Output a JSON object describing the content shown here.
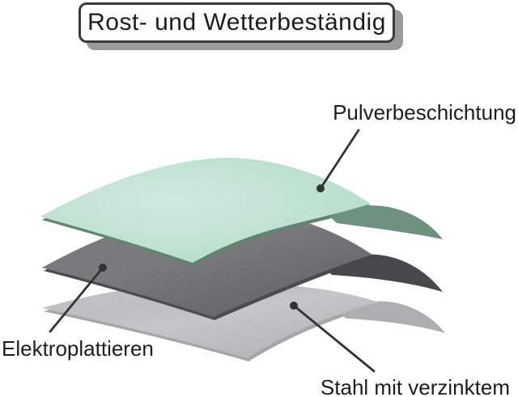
{
  "title": "Rost- und Wetterbeständig",
  "illustration": {
    "annotation_color": "#333333",
    "layers": [
      {
        "name": "powder-coating",
        "label": "Pulverbeschichtung",
        "top_color": "#b8decb",
        "underside_color": "#6e9180",
        "edge_color": "#5f8671"
      },
      {
        "name": "electroplating",
        "label": "Elektroplattieren",
        "top_color": "#7b7b7d",
        "underside_color": "#48484a",
        "edge_color": "#4c4c4e"
      },
      {
        "name": "galvanized-steel",
        "label": "Stahl mit verzinktem",
        "top_color": "#c6c6c8",
        "underside_color": "#aeaeb0",
        "edge_color": "#a6a6a8"
      }
    ]
  }
}
